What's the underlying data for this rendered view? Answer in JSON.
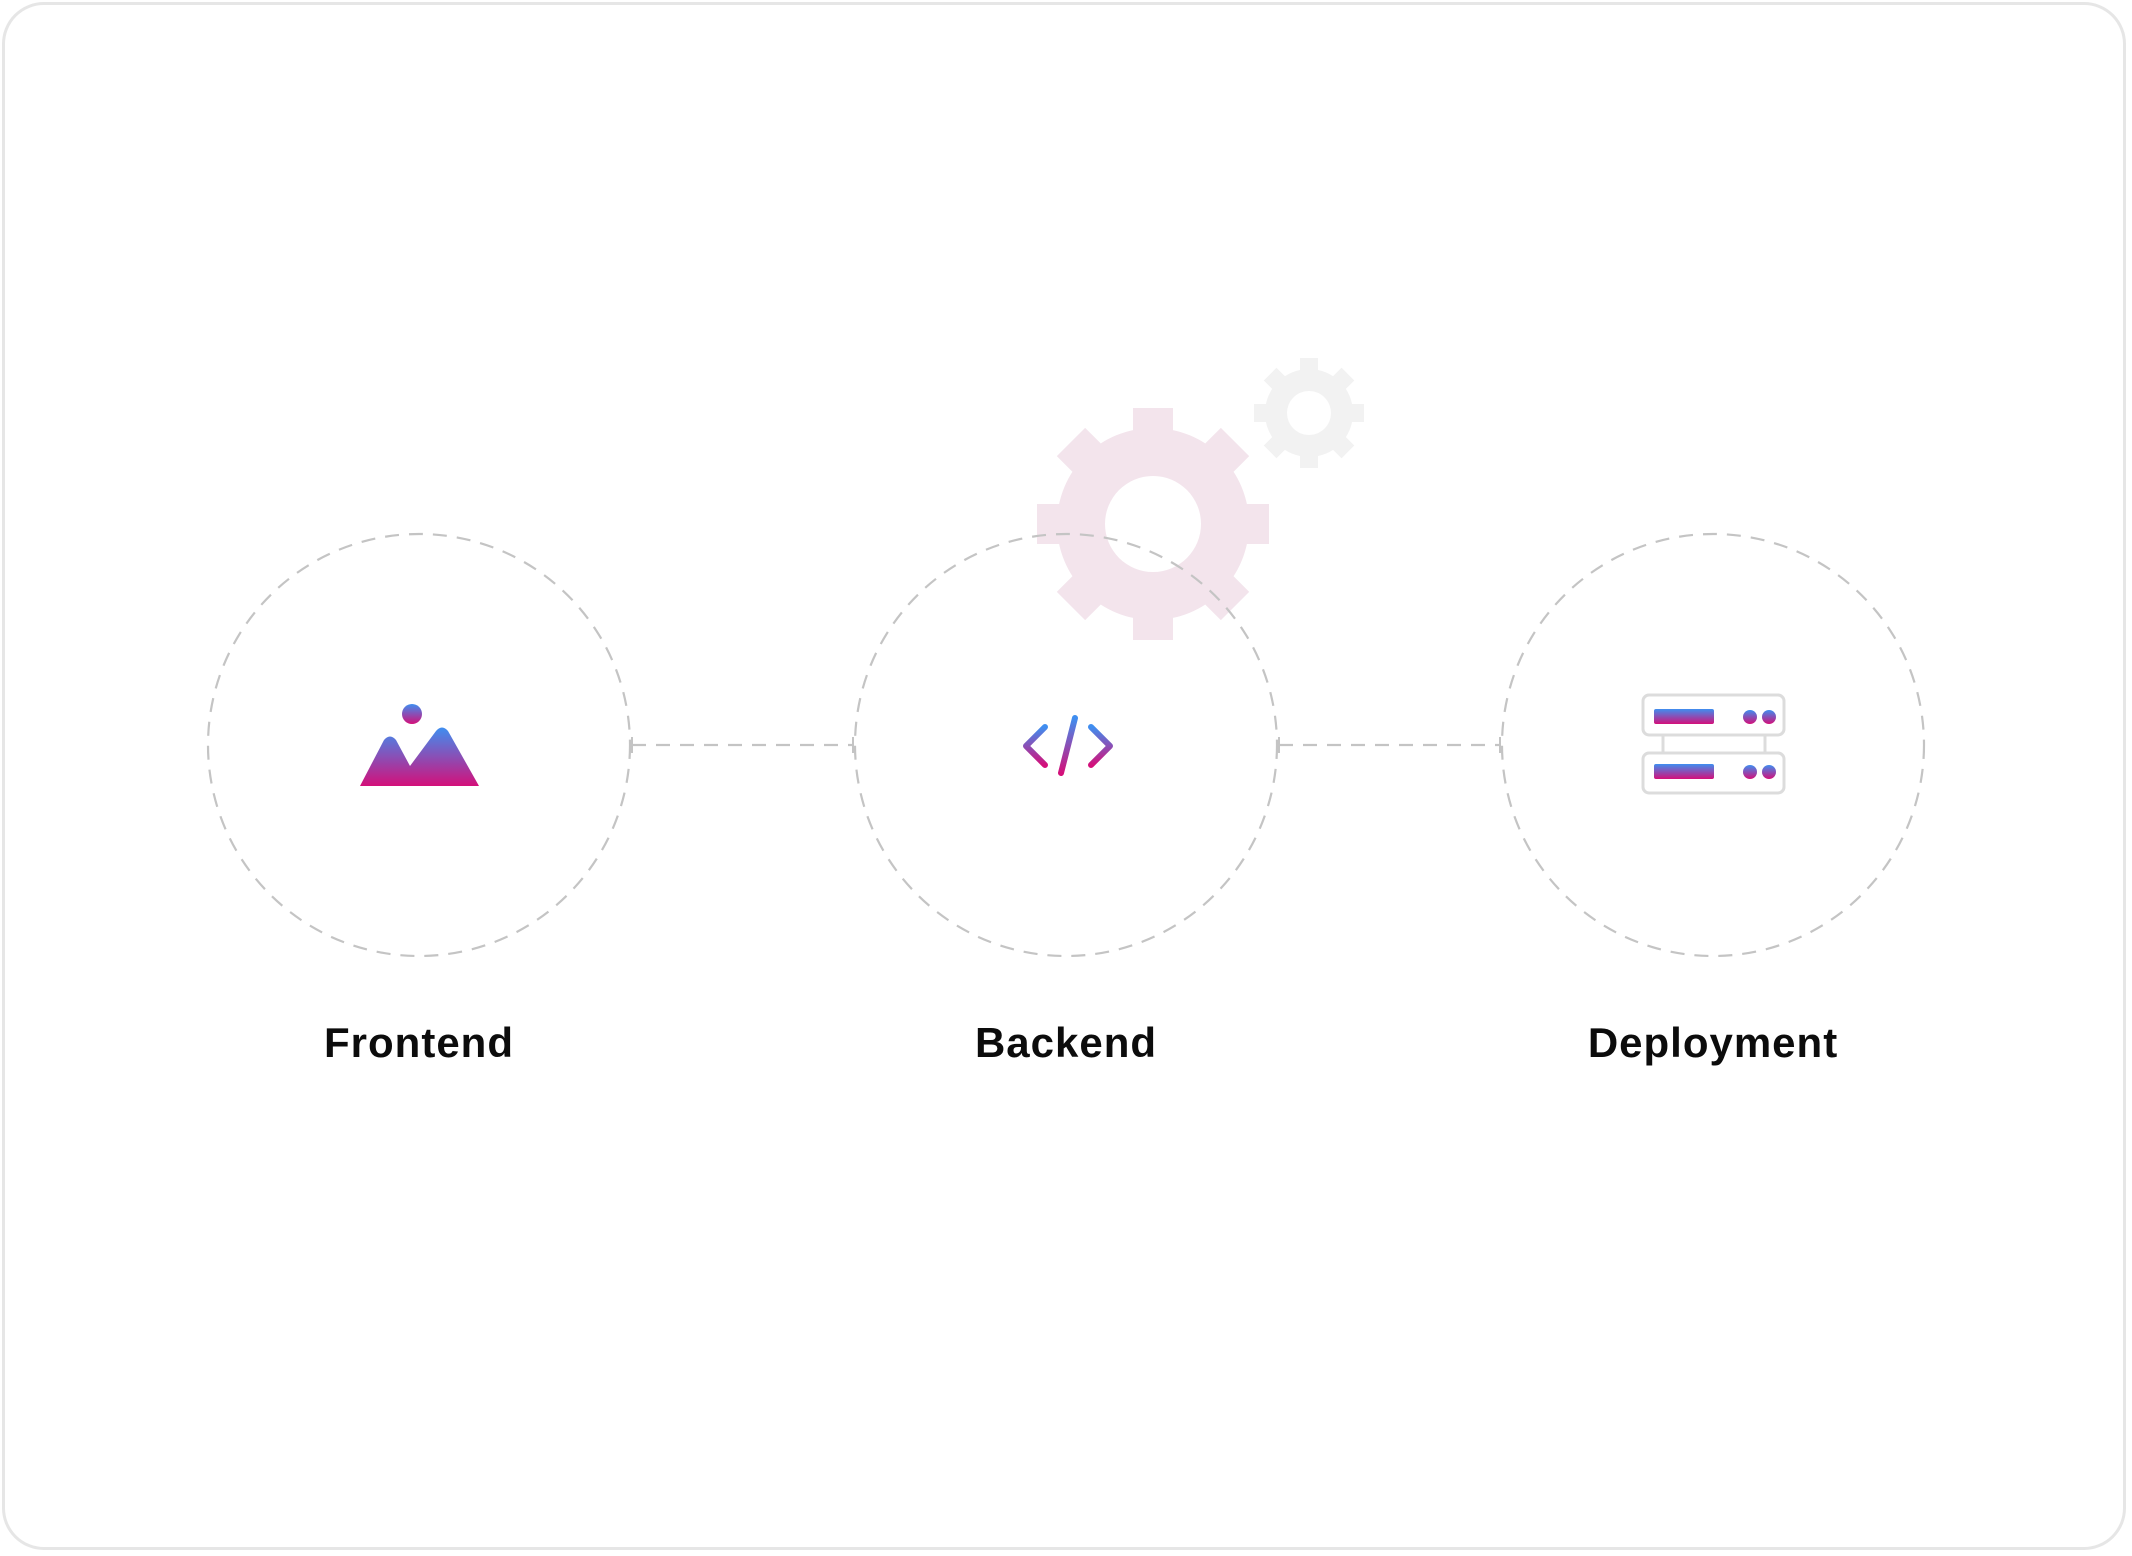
{
  "diagram": {
    "stages": [
      {
        "id": "frontend",
        "label": "Frontend",
        "icon": "mountain-image-icon"
      },
      {
        "id": "backend",
        "label": "Backend",
        "icon": "code-brackets-icon"
      },
      {
        "id": "deployment",
        "label": "Deployment",
        "icon": "server-rack-icon"
      }
    ],
    "decorations": [
      "large-gear-icon",
      "small-gear-icon"
    ]
  },
  "colors": {
    "gradient_top": "#3f8ef0",
    "gradient_bottom": "#d4107a",
    "dashed_stroke": "#c4c4c4",
    "large_gear": "#f3e4ec",
    "small_gear": "#f2f2f2",
    "frame_border": "#e6e6e6",
    "server_outline": "#dcdcdc"
  }
}
